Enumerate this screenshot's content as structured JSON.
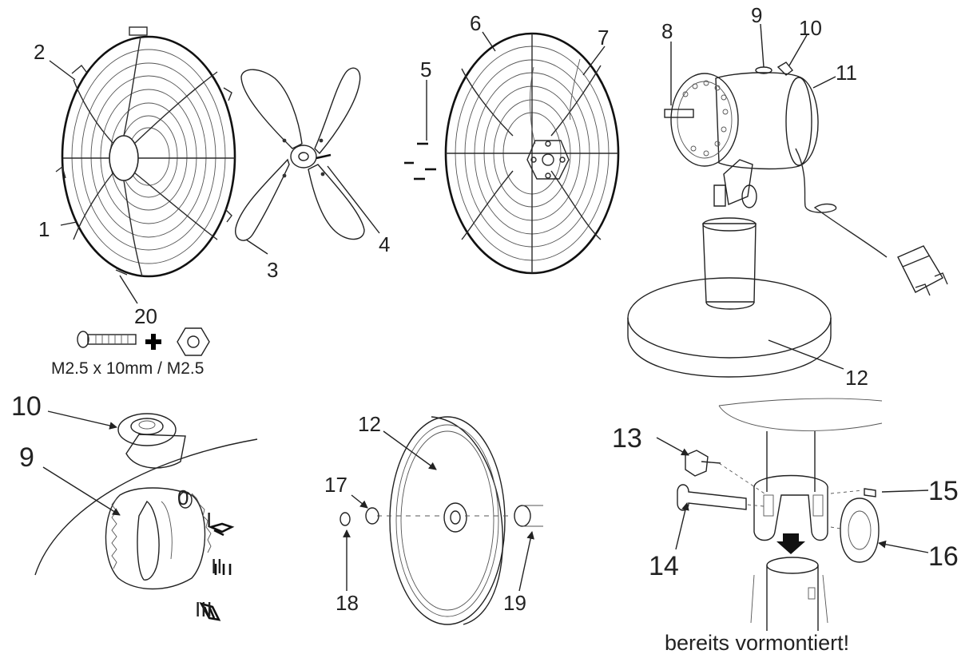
{
  "labels": {
    "n1": "1",
    "n2": "2",
    "n3": "3",
    "n4": "4",
    "n5": "5",
    "n6": "6",
    "n7": "7",
    "n8": "8",
    "n9_top": "9",
    "n10_top": "10",
    "n11": "11",
    "n12_top": "12",
    "n20": "20",
    "n10_detail": "10",
    "n9_detail": "9",
    "n12_base": "12",
    "n17": "17",
    "n18": "18",
    "n19": "19",
    "n13": "13",
    "n14": "14",
    "n15": "15",
    "n16": "16"
  },
  "screw_spec": "M2.5 x 10mm / M2.5",
  "switch_positions": [
    "0",
    "I",
    "II",
    "III"
  ],
  "note": "bereits vormontiert!"
}
